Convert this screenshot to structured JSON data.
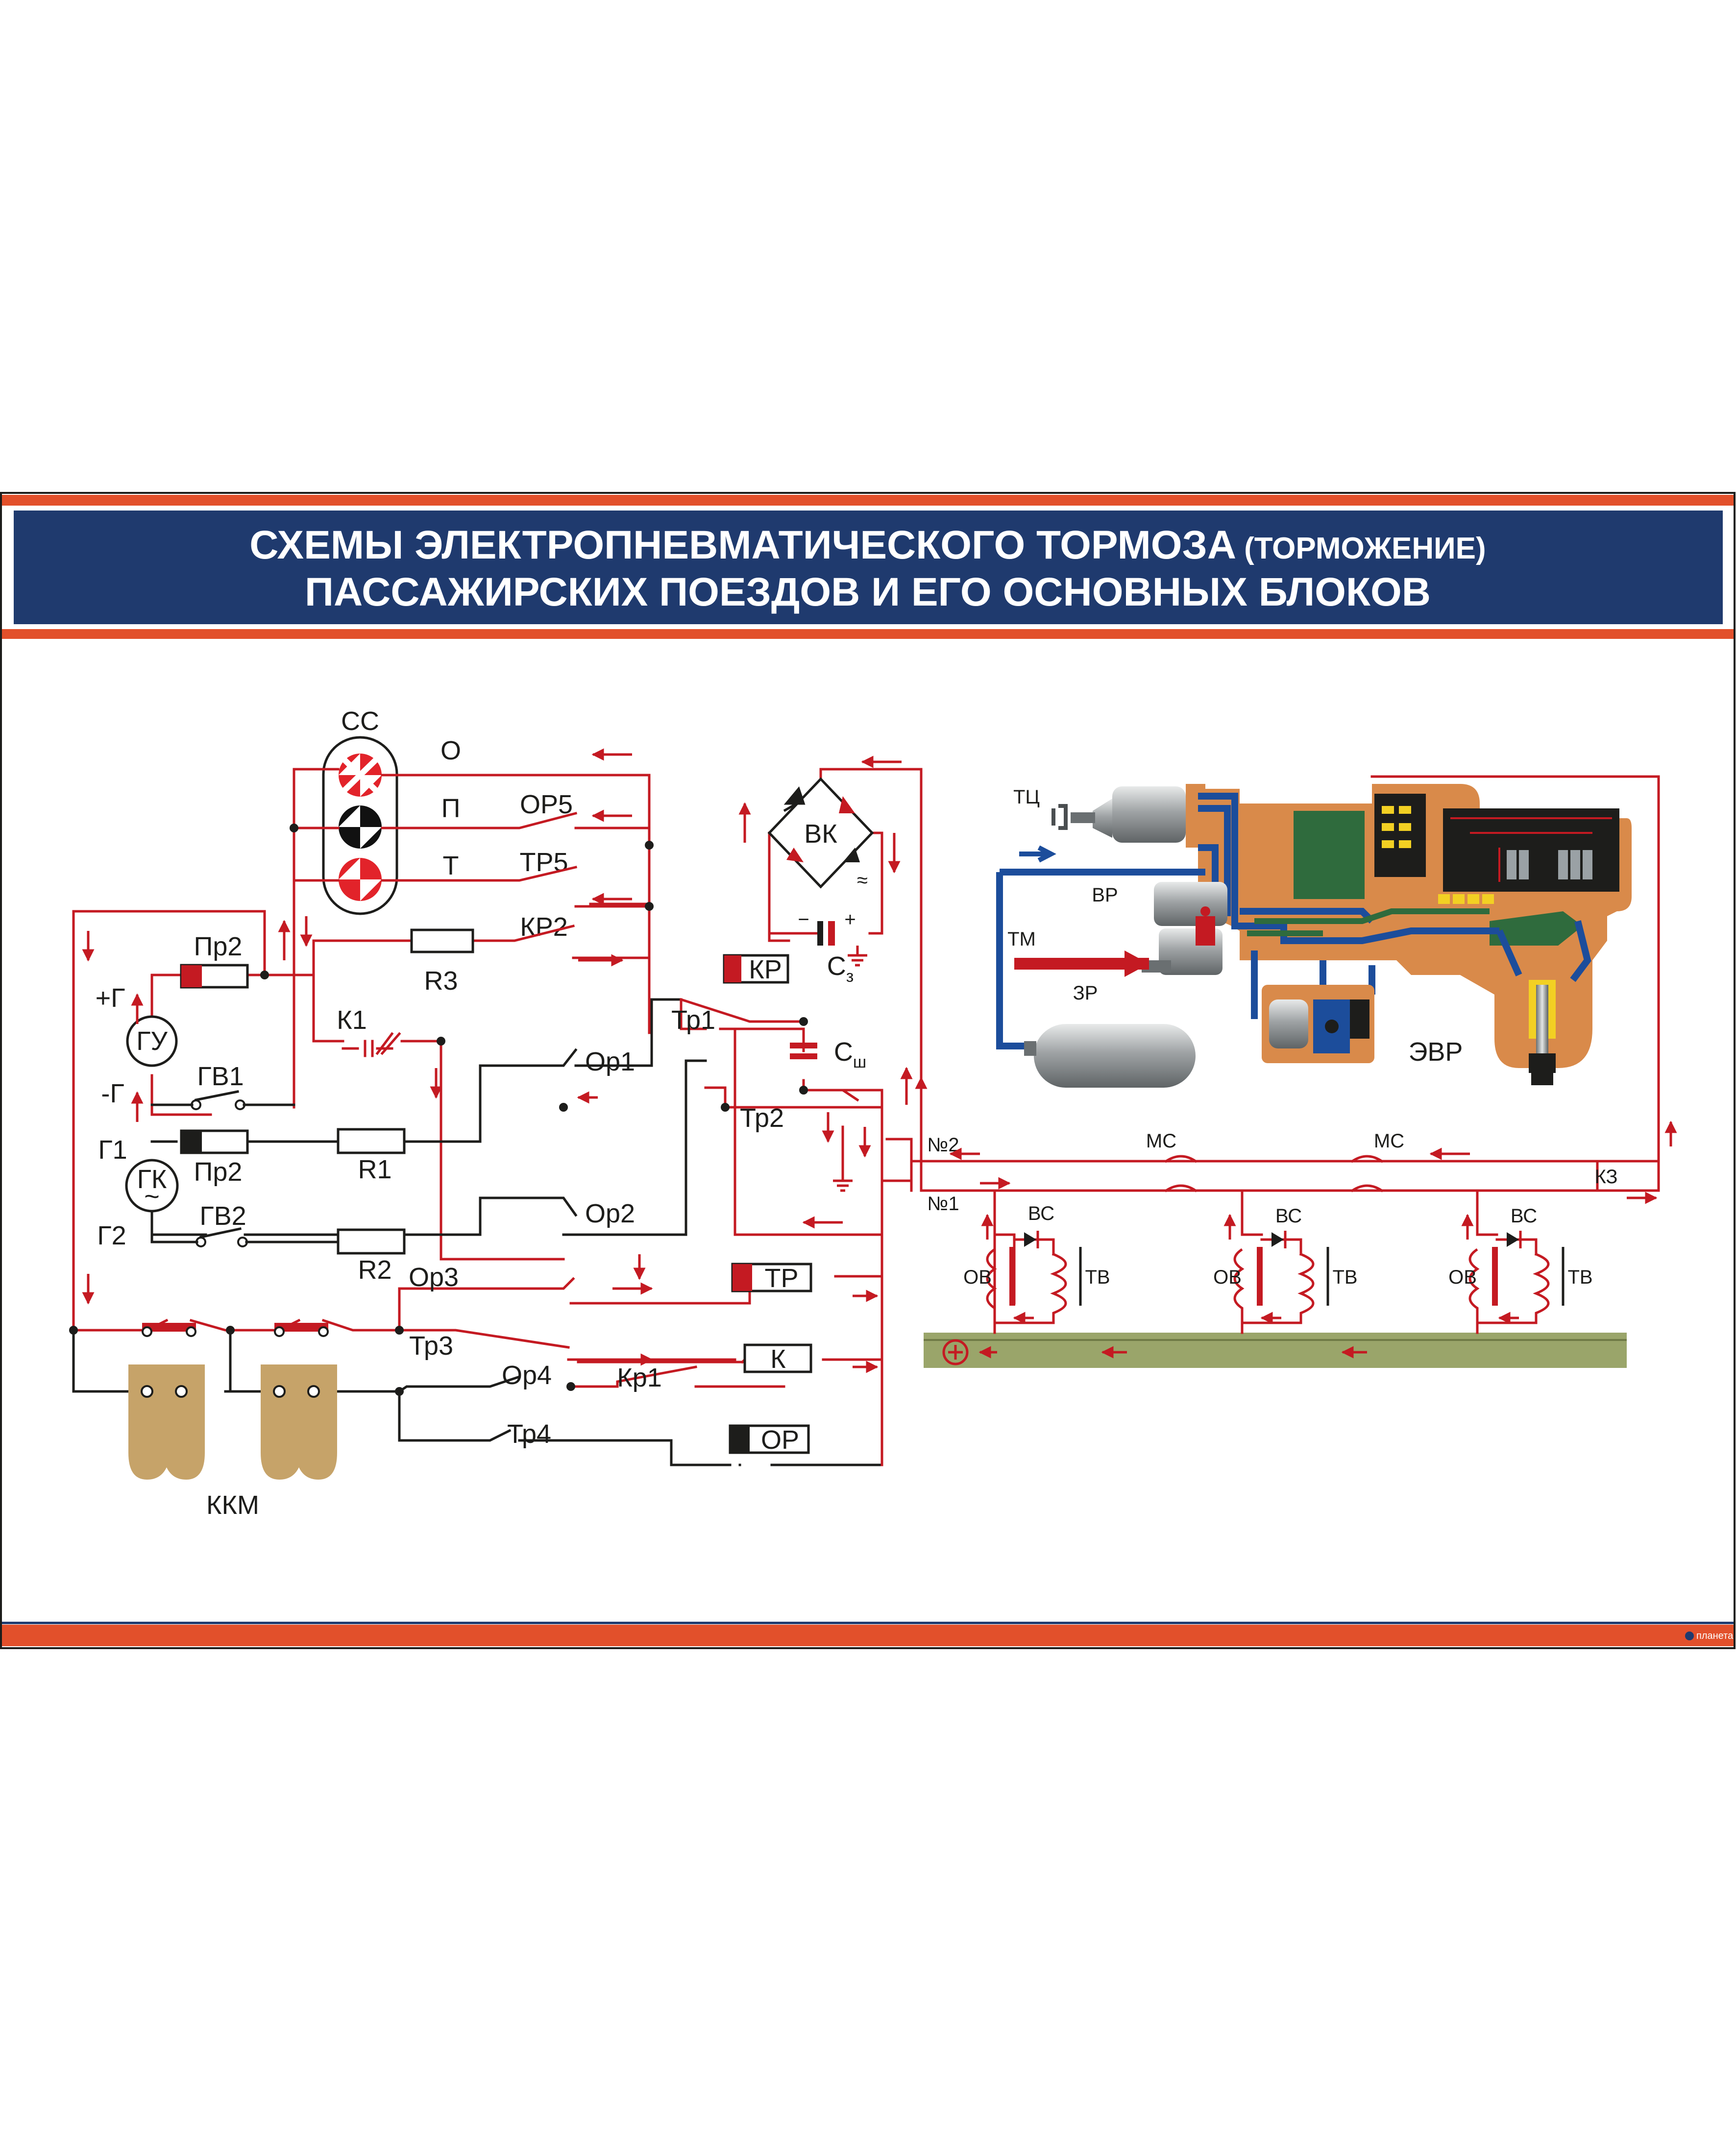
{
  "title": {
    "line1_main": "СХЕМЫ ЭЛЕКТРОПНЕВМАТИЧЕСКОГО ТОРМОЗА",
    "line1_note": "(ТОРМОЖЕНИЕ)",
    "line2": "ПАССАЖИРСКИХ ПОЕЗДОВ И ЕГО ОСНОВНЫХ БЛОКОВ"
  },
  "colors": {
    "navy": "#1f3a6e",
    "accent": "#e2502b",
    "wire": "#c41a22",
    "wire_dark": "#1d1d1b",
    "rail": "#9aa56a",
    "handle": "#c6a369",
    "evr_body": "#d98a4a",
    "pipe_blue": "#1c4d9b"
  },
  "signal": {
    "name": "СС",
    "lamps": [
      "О",
      "П",
      "Т"
    ],
    "contacts": [
      "ОР5",
      "ТР5",
      "КР2"
    ]
  },
  "left": {
    "fuse": "Пр2",
    "fuse2": "Пр2",
    "plus": "+Г",
    "minus": "-Г",
    "gu": "ГУ",
    "gk": "ГК",
    "gk_sym": "~",
    "g1": "Г1",
    "g2": "Г2",
    "gv1": "ГВ1",
    "gv2": "ГВ2",
    "r1": "R1",
    "r2": "R2",
    "r3": "R3",
    "k1": "К1",
    "op1": "Ор1",
    "op2": "Ор2",
    "op3": "Ор3",
    "op4": "Ор4",
    "tp1": "Тр1",
    "tp2": "Тр2",
    "tp3": "Тр3",
    "tp4": "Тр4",
    "kp1": "Кр1",
    "kkm": "ККМ"
  },
  "relays": {
    "tr": "ТР",
    "k": "К",
    "or": "ОР",
    "kr": "КР"
  },
  "rectifier": {
    "vk": "ВК",
    "cz_main": "С",
    "cz_sub": "з",
    "plus": "+",
    "minus": "−",
    "tilde": "≈",
    "csh_main": "С",
    "csh_sub": "ш"
  },
  "line": {
    "n2": "№2",
    "n1": "№1",
    "ms1": "МС",
    "ms2": "МС",
    "kz": "КЗ",
    "units": [
      {
        "vs": "ВС",
        "ov": "ОВ",
        "tv": "ТВ"
      },
      {
        "vs": "ВС",
        "ov": "ОВ",
        "tv": "ТВ"
      },
      {
        "vs": "ВС",
        "ov": "ОВ",
        "tv": "ТВ"
      }
    ]
  },
  "evr": {
    "tc": "ТЦ",
    "vr": "ВР",
    "tm": "ТМ",
    "zr": "ЗР",
    "evr": "ЭВР"
  },
  "footer": {
    "logo": "планета"
  }
}
